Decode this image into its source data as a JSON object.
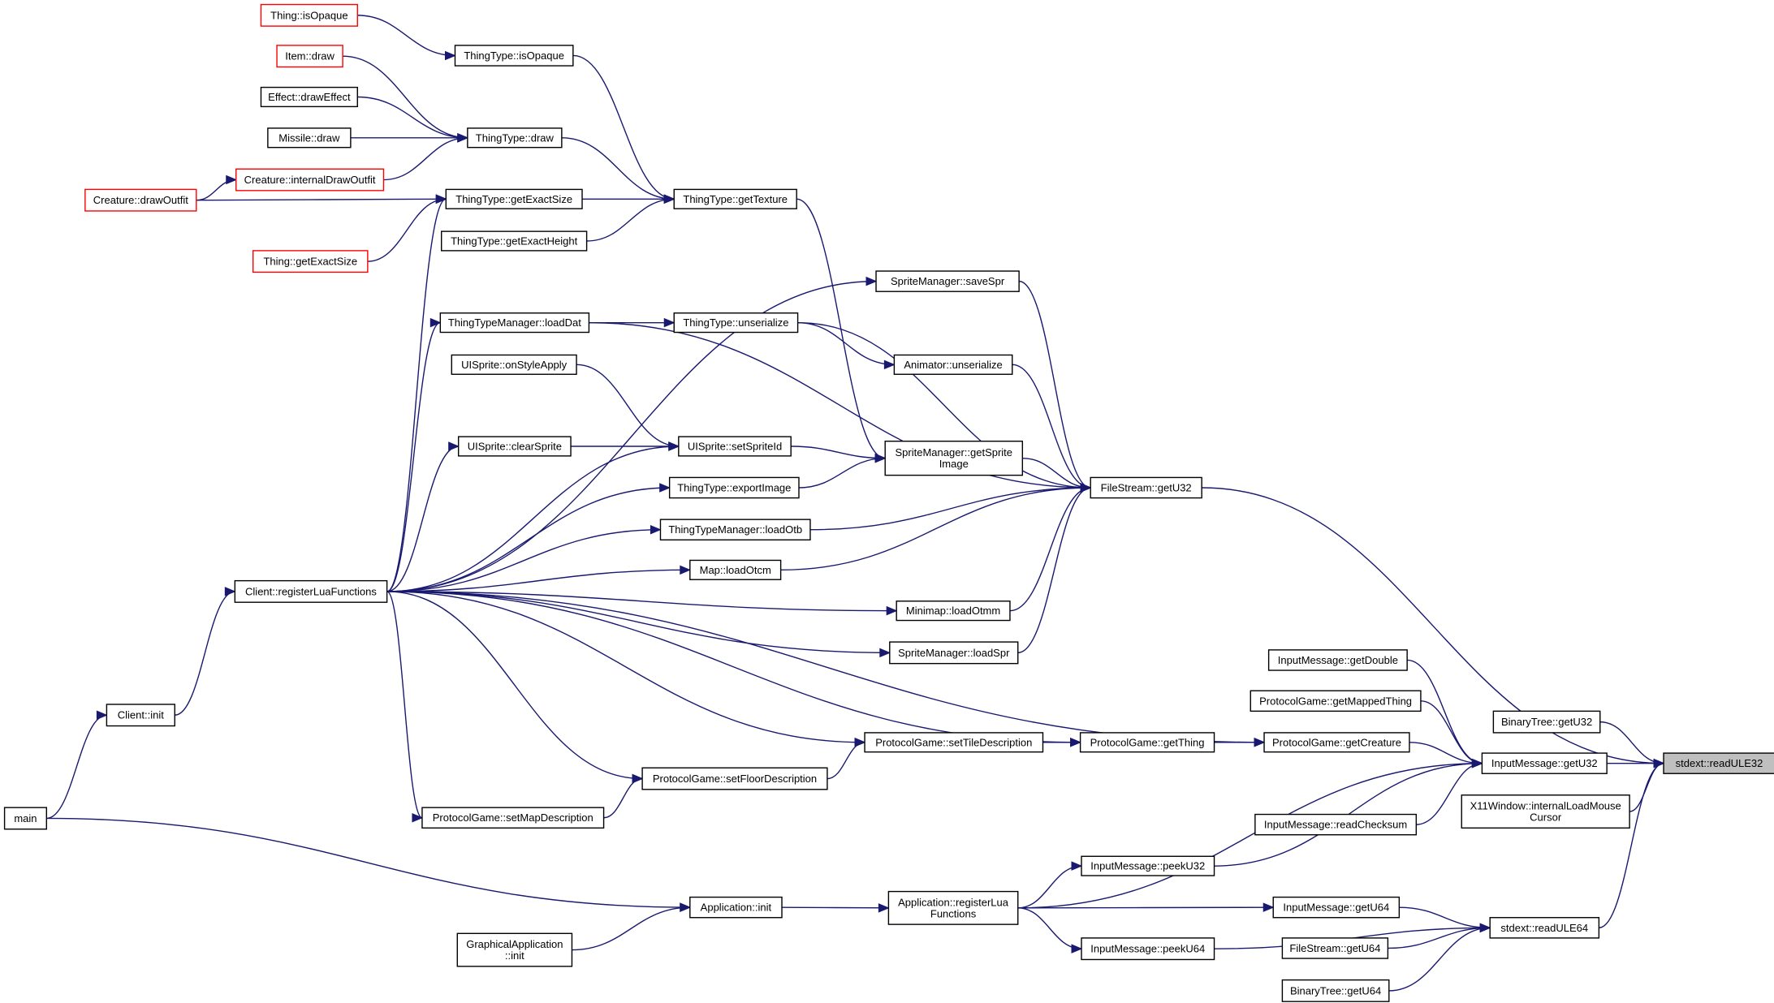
{
  "diagram": {
    "root": "stdext::readULE32",
    "colors": {
      "edge": "#191970",
      "truncated_border": "#ff0000",
      "root_fill": "#bfbfbf"
    },
    "nodes": {
      "thing_isOpaque": {
        "lines": [
          "Thing::isOpaque"
        ],
        "truncated": true
      },
      "thingtype_isOpaque": {
        "lines": [
          "ThingType::isOpaque"
        ]
      },
      "item_draw": {
        "lines": [
          "Item::draw"
        ],
        "truncated": true
      },
      "effect_drawEffect": {
        "lines": [
          "Effect::drawEffect"
        ]
      },
      "missile_draw": {
        "lines": [
          "Missile::draw"
        ]
      },
      "thingtype_draw": {
        "lines": [
          "ThingType::draw"
        ]
      },
      "creature_internalDrawOutfit": {
        "lines": [
          "Creature::internalDrawOutfit"
        ],
        "truncated": true
      },
      "creature_drawOutfit": {
        "lines": [
          "Creature::drawOutfit"
        ],
        "truncated": true
      },
      "thingtype_getExactSize": {
        "lines": [
          "ThingType::getExactSize"
        ]
      },
      "thingtype_getTexture": {
        "lines": [
          "ThingType::getTexture"
        ]
      },
      "thingtype_getExactHeight": {
        "lines": [
          "ThingType::getExactHeight"
        ]
      },
      "thing_getExactSize": {
        "lines": [
          "Thing::getExactSize"
        ],
        "truncated": true
      },
      "spritemanager_saveSpr": {
        "lines": [
          "SpriteManager::saveSpr"
        ]
      },
      "thingtypemanager_loadDat": {
        "lines": [
          "ThingTypeManager::loadDat"
        ]
      },
      "thingtype_unserialize": {
        "lines": [
          "ThingType::unserialize"
        ]
      },
      "animator_unserialize": {
        "lines": [
          "Animator::unserialize"
        ]
      },
      "uisprite_onStyleApply": {
        "lines": [
          "UISprite::onStyleApply"
        ]
      },
      "uisprite_clearSprite": {
        "lines": [
          "UISprite::clearSprite"
        ]
      },
      "uisprite_setSpriteId": {
        "lines": [
          "UISprite::setSpriteId"
        ]
      },
      "spritemanager_getSpriteImage": {
        "lines": [
          "SpriteManager::getSprite",
          "Image"
        ]
      },
      "filestream_getU32": {
        "lines": [
          "FileStream::getU32"
        ]
      },
      "thingtype_exportImage": {
        "lines": [
          "ThingType::exportImage"
        ]
      },
      "thingtypemanager_loadOtb": {
        "lines": [
          "ThingTypeManager::loadOtb"
        ]
      },
      "map_loadOtcm": {
        "lines": [
          "Map::loadOtcm"
        ]
      },
      "client_registerLuaFunctions": {
        "lines": [
          "Client::registerLuaFunctions"
        ]
      },
      "minimap_loadOtmm": {
        "lines": [
          "Minimap::loadOtmm"
        ]
      },
      "spritemanager_loadSpr": {
        "lines": [
          "SpriteManager::loadSpr"
        ]
      },
      "inputmessage_getDouble": {
        "lines": [
          "InputMessage::getDouble"
        ]
      },
      "protocolgame_getMappedThing": {
        "lines": [
          "ProtocolGame::getMappedThing"
        ]
      },
      "client_init": {
        "lines": [
          "Client::init"
        ]
      },
      "binarytree_getU32": {
        "lines": [
          "BinaryTree::getU32"
        ]
      },
      "protocolgame_setTileDescription": {
        "lines": [
          "ProtocolGame::setTileDescription"
        ]
      },
      "protocolgame_getThing": {
        "lines": [
          "ProtocolGame::getThing"
        ]
      },
      "protocolgame_getCreature": {
        "lines": [
          "ProtocolGame::getCreature"
        ]
      },
      "inputmessage_getU32": {
        "lines": [
          "InputMessage::getU32"
        ]
      },
      "stdext_readULE32": {
        "lines": [
          "stdext::readULE32"
        ],
        "root": true
      },
      "protocolgame_setFloorDescription": {
        "lines": [
          "ProtocolGame::setFloorDescription"
        ]
      },
      "x11window_internalLoadMouseCursor": {
        "lines": [
          "X11Window::internalLoadMouse",
          "Cursor"
        ]
      },
      "main": {
        "lines": [
          "main"
        ]
      },
      "protocolgame_setMapDescription": {
        "lines": [
          "ProtocolGame::setMapDescription"
        ]
      },
      "inputmessage_readChecksum": {
        "lines": [
          "InputMessage::readChecksum"
        ]
      },
      "inputmessage_peekU32": {
        "lines": [
          "InputMessage::peekU32"
        ]
      },
      "application_init": {
        "lines": [
          "Application::init"
        ]
      },
      "application_registerLuaFunctions": {
        "lines": [
          "Application::registerLua",
          "Functions"
        ]
      },
      "inputmessage_getU64": {
        "lines": [
          "InputMessage::getU64"
        ]
      },
      "stdext_readULE64": {
        "lines": [
          "stdext::readULE64"
        ]
      },
      "graphicalapplication_init": {
        "lines": [
          "GraphicalApplication",
          "::init"
        ]
      },
      "filestream_getU64": {
        "lines": [
          "FileStream::getU64"
        ]
      },
      "inputmessage_peekU64": {
        "lines": [
          "InputMessage::peekU64"
        ]
      },
      "binarytree_getU64": {
        "lines": [
          "BinaryTree::getU64"
        ]
      }
    },
    "edges": [
      [
        "thingtype_isOpaque",
        "thing_isOpaque"
      ],
      [
        "thingtype_draw",
        "item_draw"
      ],
      [
        "thingtype_draw",
        "effect_drawEffect"
      ],
      [
        "thingtype_draw",
        "missile_draw"
      ],
      [
        "thingtype_draw",
        "creature_internalDrawOutfit"
      ],
      [
        "creature_internalDrawOutfit",
        "creature_drawOutfit"
      ],
      [
        "thingtype_getExactSize",
        "creature_drawOutfit"
      ],
      [
        "thingtype_getExactSize",
        "thing_getExactSize"
      ],
      [
        "thingtype_getExactSize",
        "client_registerLuaFunctions"
      ],
      [
        "thingtype_getTexture",
        "thingtype_isOpaque"
      ],
      [
        "thingtype_getTexture",
        "thingtype_draw"
      ],
      [
        "thingtype_getTexture",
        "thingtype_getExactSize"
      ],
      [
        "thingtype_getTexture",
        "thingtype_getExactHeight"
      ],
      [
        "spritemanager_getSpriteImage",
        "thingtype_getTexture"
      ],
      [
        "spritemanager_saveSpr",
        "client_registerLuaFunctions"
      ],
      [
        "thingtype_unserialize",
        "thingtypemanager_loadDat"
      ],
      [
        "thingtypemanager_loadDat",
        "client_registerLuaFunctions"
      ],
      [
        "animator_unserialize",
        "thingtype_unserialize"
      ],
      [
        "uisprite_setSpriteId",
        "uisprite_onStyleApply"
      ],
      [
        "uisprite_setSpriteId",
        "uisprite_clearSprite"
      ],
      [
        "uisprite_setSpriteId",
        "client_registerLuaFunctions"
      ],
      [
        "uisprite_clearSprite",
        "client_registerLuaFunctions"
      ],
      [
        "spritemanager_getSpriteImage",
        "uisprite_setSpriteId"
      ],
      [
        "spritemanager_getSpriteImage",
        "thingtype_exportImage"
      ],
      [
        "thingtype_exportImage",
        "client_registerLuaFunctions"
      ],
      [
        "thingtypemanager_loadOtb",
        "client_registerLuaFunctions"
      ],
      [
        "map_loadOtcm",
        "client_registerLuaFunctions"
      ],
      [
        "minimap_loadOtmm",
        "client_registerLuaFunctions"
      ],
      [
        "spritemanager_loadSpr",
        "client_registerLuaFunctions"
      ],
      [
        "filestream_getU32",
        "spritemanager_saveSpr"
      ],
      [
        "filestream_getU32",
        "thingtype_unserialize"
      ],
      [
        "filestream_getU32",
        "thingtypemanager_loadDat"
      ],
      [
        "filestream_getU32",
        "animator_unserialize"
      ],
      [
        "filestream_getU32",
        "spritemanager_getSpriteImage"
      ],
      [
        "filestream_getU32",
        "thingtypemanager_loadOtb"
      ],
      [
        "filestream_getU32",
        "map_loadOtcm"
      ],
      [
        "filestream_getU32",
        "minimap_loadOtmm"
      ],
      [
        "filestream_getU32",
        "spritemanager_loadSpr"
      ],
      [
        "client_registerLuaFunctions",
        "client_init"
      ],
      [
        "client_init",
        "main"
      ],
      [
        "protocolgame_getCreature",
        "client_registerLuaFunctions"
      ],
      [
        "protocolgame_getCreature",
        "protocolgame_getThing"
      ],
      [
        "protocolgame_getThing",
        "protocolgame_setTileDescription"
      ],
      [
        "protocolgame_getThing",
        "client_registerLuaFunctions"
      ],
      [
        "protocolgame_setTileDescription",
        "protocolgame_setFloorDescription"
      ],
      [
        "protocolgame_setTileDescription",
        "client_registerLuaFunctions"
      ],
      [
        "protocolgame_setFloorDescription",
        "protocolgame_setMapDescription"
      ],
      [
        "protocolgame_setFloorDescription",
        "client_registerLuaFunctions"
      ],
      [
        "protocolgame_setMapDescription",
        "client_registerLuaFunctions"
      ],
      [
        "inputmessage_getU32",
        "inputmessage_getDouble"
      ],
      [
        "inputmessage_getU32",
        "protocolgame_getMappedThing"
      ],
      [
        "inputmessage_getU32",
        "protocolgame_getCreature"
      ],
      [
        "inputmessage_getU32",
        "inputmessage_readChecksum"
      ],
      [
        "inputmessage_getU32",
        "inputmessage_peekU32"
      ],
      [
        "inputmessage_getU32",
        "application_registerLuaFunctions"
      ],
      [
        "stdext_readULE32",
        "filestream_getU32"
      ],
      [
        "stdext_readULE32",
        "binarytree_getU32"
      ],
      [
        "stdext_readULE32",
        "inputmessage_getU32"
      ],
      [
        "stdext_readULE32",
        "x11window_internalLoadMouseCursor"
      ],
      [
        "stdext_readULE32",
        "stdext_readULE64"
      ],
      [
        "inputmessage_peekU32",
        "application_registerLuaFunctions"
      ],
      [
        "application_registerLuaFunctions",
        "application_init"
      ],
      [
        "application_init",
        "main"
      ],
      [
        "application_init",
        "graphicalapplication_init"
      ],
      [
        "inputmessage_getU64",
        "application_registerLuaFunctions"
      ],
      [
        "inputmessage_peekU64",
        "application_registerLuaFunctions"
      ],
      [
        "stdext_readULE64",
        "inputmessage_getU64"
      ],
      [
        "stdext_readULE64",
        "filestream_getU64"
      ],
      [
        "stdext_readULE64",
        "inputmessage_peekU64"
      ],
      [
        "stdext_readULE64",
        "binarytree_getU64"
      ]
    ]
  }
}
